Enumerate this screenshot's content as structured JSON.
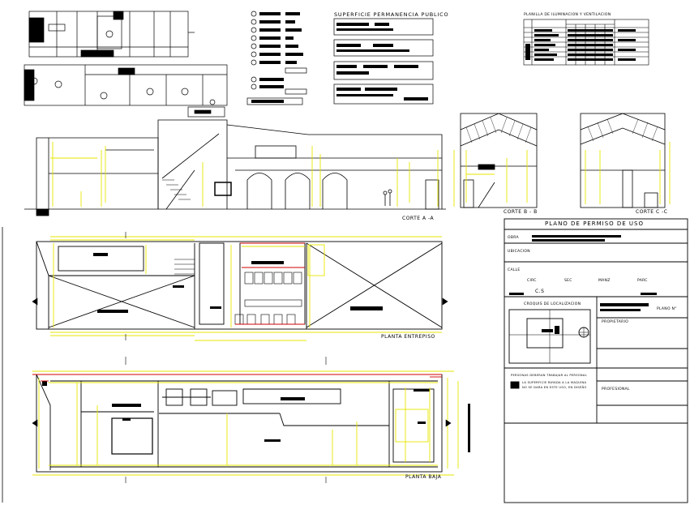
{
  "sections": {
    "corte_aa": "CORTE A -A",
    "corte_bb": "CORTE B - B",
    "corte_cc": "CORTE C -C",
    "planta_entrepiso": "PLANTA ENTREPISO",
    "planta_baja": "PLANTA BAJA"
  },
  "tables": {
    "superficie_title": "SUPERFICIE PERMANENCIA PUBLICO",
    "iluminacion_title": "PLANILLA DE ILUMINACION Y VENTILACION"
  },
  "title_block": {
    "title": "PLANO DE PERMISO DE USO",
    "obra_label": "OBRA",
    "ubicacion_label": "UBICACION",
    "calle_label": "CALLE",
    "circ_label": "CIRC",
    "sec_label": "SEC",
    "manz_label": "MANZ",
    "parc_label": "PARC",
    "cs_label": "C.S",
    "croquis_label": "CROQUIS DE LOCALIZACION",
    "plano_label": "PLANO N°",
    "propietario_label": "PROPIETARIO",
    "profesional_label": "PROFESIONAL",
    "note_line1": "PERSONAS DEBERAN TRABAJAR AL PERSONAL",
    "note_line2": "LA SUPERFICIE RAYADA A LA MAQUINA",
    "note_line3": "NO SE DARA EN ESTE USO, EN DISEÑO"
  },
  "colors": {
    "linework": "#000000",
    "dimension": "#e6e600",
    "redline": "#d00000"
  }
}
